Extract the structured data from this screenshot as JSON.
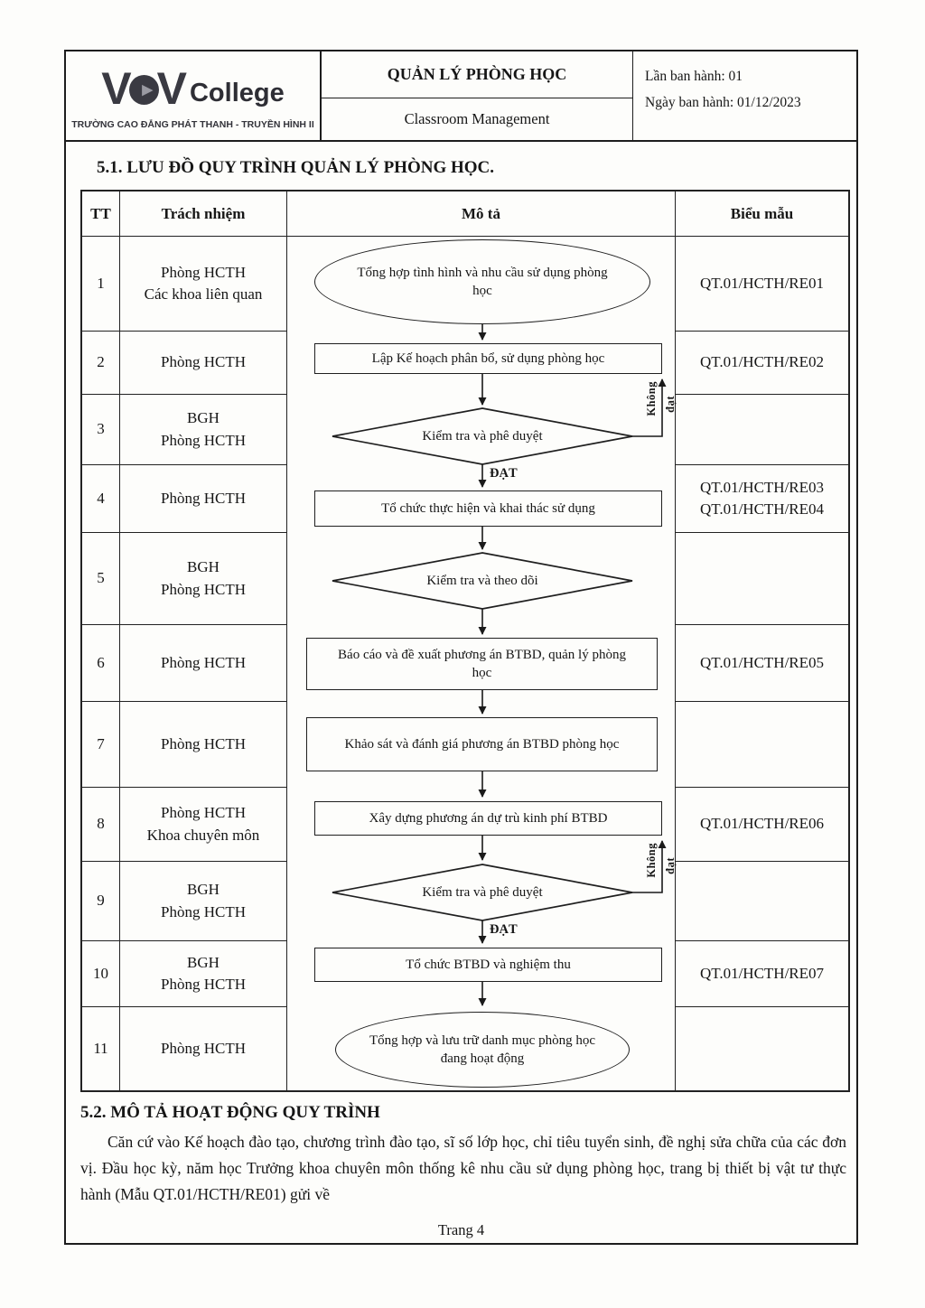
{
  "header": {
    "logo": {
      "brand_v1": "V",
      "brand_v2": "V",
      "brand_college": "College",
      "play_icon": "▶",
      "tagline": "TRƯỜNG CAO ĐẲNG PHÁT THANH - TRUYỀN HÌNH II"
    },
    "title_vi": "QUẢN LÝ PHÒNG HỌC",
    "title_en": "Classroom Management",
    "issue_no": "Lần ban hành: 01",
    "issue_date": "Ngày ban hành: 01/12/2023"
  },
  "section1": {
    "title": "5.1. LƯU ĐỒ QUY TRÌNH QUẢN LÝ PHÒNG HỌC."
  },
  "table": {
    "headers": {
      "tt": "TT",
      "responsibility": "Trách nhiệm",
      "description": "Mô tả",
      "form": "Biểu mẫu"
    },
    "rows": [
      {
        "tt": "1",
        "responsibility": [
          "Phòng HCTH",
          "Các khoa liên quan"
        ],
        "forms": [
          "QT.01/HCTH/RE01"
        ]
      },
      {
        "tt": "2",
        "responsibility": [
          "Phòng HCTH"
        ],
        "forms": [
          "QT.01/HCTH/RE02"
        ]
      },
      {
        "tt": "3",
        "responsibility": [
          "BGH",
          "Phòng HCTH"
        ],
        "forms": []
      },
      {
        "tt": "4",
        "responsibility": [
          "Phòng HCTH"
        ],
        "forms": [
          "QT.01/HCTH/RE03",
          "QT.01/HCTH/RE04"
        ]
      },
      {
        "tt": "5",
        "responsibility": [
          "BGH",
          "Phòng HCTH"
        ],
        "forms": []
      },
      {
        "tt": "6",
        "responsibility": [
          "Phòng HCTH"
        ],
        "forms": [
          "QT.01/HCTH/RE05"
        ]
      },
      {
        "tt": "7",
        "responsibility": [
          "Phòng HCTH"
        ],
        "forms": []
      },
      {
        "tt": "8",
        "responsibility": [
          "Phòng HCTH",
          "Khoa chuyên môn"
        ],
        "forms": [
          "QT.01/HCTH/RE06"
        ]
      },
      {
        "tt": "9",
        "responsibility": [
          "BGH",
          "Phòng HCTH"
        ],
        "forms": []
      },
      {
        "tt": "10",
        "responsibility": [
          "BGH",
          "Phòng HCTH"
        ],
        "forms": [
          "QT.01/HCTH/RE07"
        ]
      },
      {
        "tt": "11",
        "responsibility": [
          "Phòng HCTH"
        ],
        "forms": []
      }
    ]
  },
  "flowchart": {
    "steps": [
      {
        "shape": "ellipse",
        "text": "Tổng hợp tình hình và nhu cầu sử dụng phòng học"
      },
      {
        "shape": "rect",
        "text": "Lập Kế hoạch phân bổ, sử dụng phòng học"
      },
      {
        "shape": "diamond",
        "text": "Kiểm tra và phê duyệt"
      },
      {
        "shape": "rect",
        "text": "Tổ chức thực hiện và khai thác sử dụng"
      },
      {
        "shape": "diamond",
        "text": "Kiểm tra và theo dõi"
      },
      {
        "shape": "rect",
        "text": "Báo cáo và đề xuất phương án BTBD, quản lý phòng học"
      },
      {
        "shape": "rect",
        "text": "Khảo sát và đánh giá phương án BTBD phòng học"
      },
      {
        "shape": "rect",
        "text": "Xây dựng phương án dự trù kinh phí BTBD"
      },
      {
        "shape": "diamond",
        "text": "Kiểm tra và phê duyệt"
      },
      {
        "shape": "rect",
        "text": "Tổ chức BTBD và nghiệm thu"
      },
      {
        "shape": "ellipse",
        "text": "Tổng hợp và lưu trữ danh mục phòng học đang hoạt động"
      }
    ],
    "labels": {
      "pass": "ĐẠT",
      "fail_word1": "Không",
      "fail_word2": "đạt"
    }
  },
  "section2": {
    "title": "5.2. MÔ TẢ HOẠT ĐỘNG QUY TRÌNH",
    "paragraph": "Căn cứ vào Kế hoạch đào tạo, chương trình đào tạo, sĩ số lớp học, chỉ tiêu tuyển sinh, đề nghị sửa chữa của các đơn vị. Đầu học kỳ, năm học Trưởng khoa chuyên môn thống kê nhu cầu sử dụng phòng học, trang bị thiết bị vật tư thực hành (Mẫu QT.01/HCTH/RE01) gửi về"
  },
  "footer": {
    "page_label": "Trang 4"
  },
  "colors": {
    "ink": "#1d1d1d",
    "paper": "#fdfdfb",
    "logo": "#3a3a42"
  }
}
